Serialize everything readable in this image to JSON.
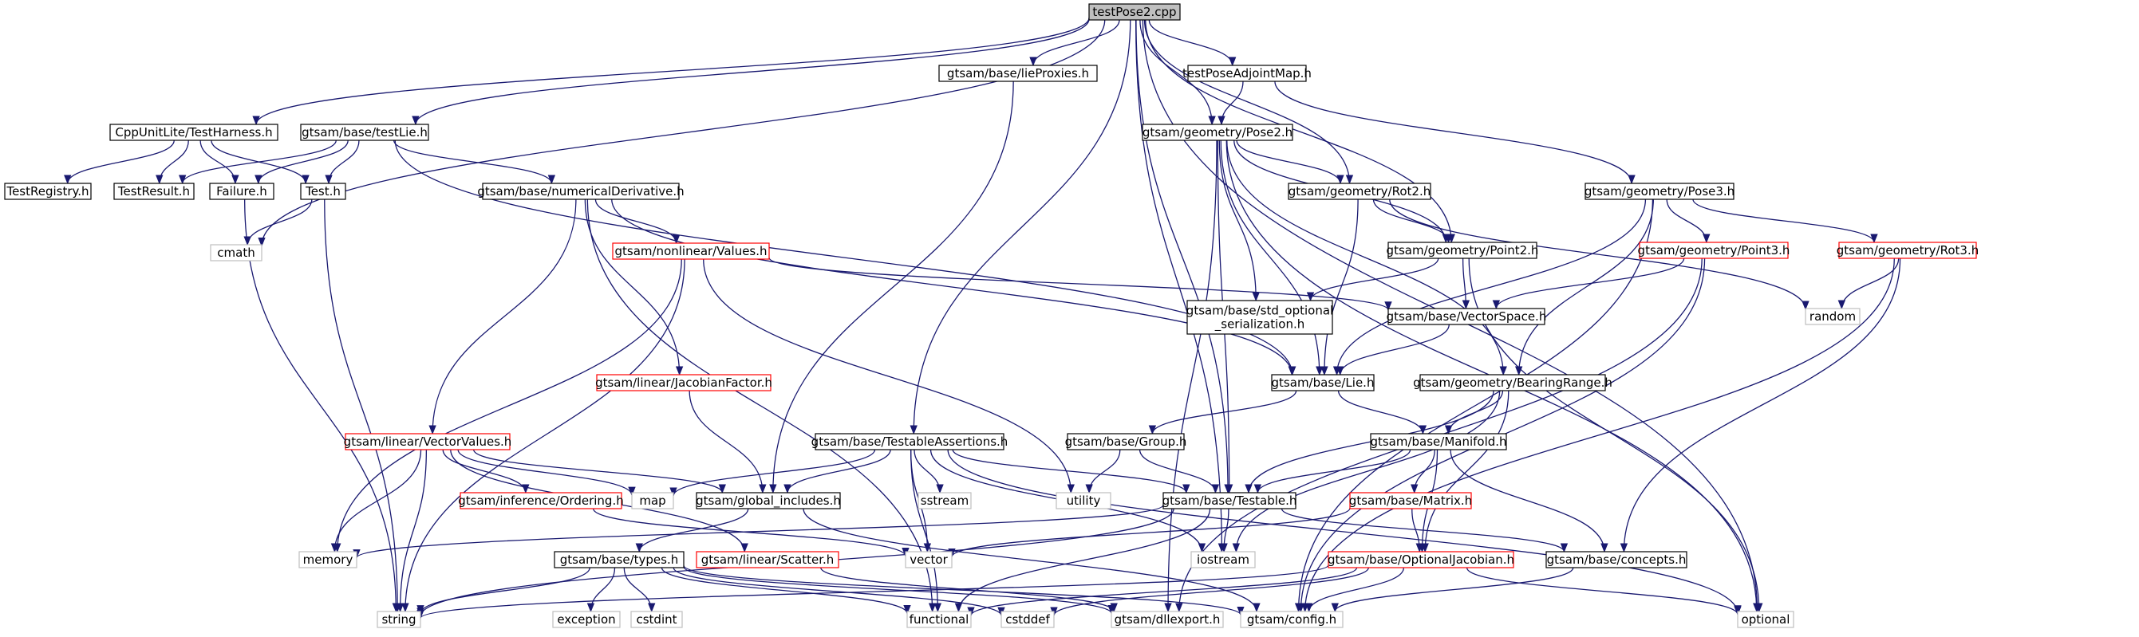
{
  "title": "testPose2.cpp",
  "nodes": [
    {
      "id": "root",
      "label": "testPose2.cpp",
      "style": "root"
    },
    {
      "id": "harness",
      "label": "CppUnitLite/TestHarness.h",
      "style": "black"
    },
    {
      "id": "testLie",
      "label": "gtsam/base/testLie.h",
      "style": "black"
    },
    {
      "id": "lieProxies",
      "label": "gtsam/base/lieProxies.h",
      "style": "black"
    },
    {
      "id": "adjoint",
      "label": "testPoseAdjointMap.h",
      "style": "black"
    },
    {
      "id": "pose2",
      "label": "gtsam/geometry/Pose2.h",
      "style": "black"
    },
    {
      "id": "testRegistry",
      "label": "TestRegistry.h",
      "style": "black"
    },
    {
      "id": "testResult",
      "label": "TestResult.h",
      "style": "black"
    },
    {
      "id": "failure",
      "label": "Failure.h",
      "style": "black"
    },
    {
      "id": "test",
      "label": "Test.h",
      "style": "black"
    },
    {
      "id": "numDeriv",
      "label": "gtsam/base/numericalDerivative.h",
      "style": "black"
    },
    {
      "id": "rot2",
      "label": "gtsam/geometry/Rot2.h",
      "style": "black"
    },
    {
      "id": "pose3",
      "label": "gtsam/geometry/Pose3.h",
      "style": "black"
    },
    {
      "id": "cmath",
      "label": "cmath",
      "style": "gray"
    },
    {
      "id": "values",
      "label": "gtsam/nonlinear/Values.h",
      "style": "red"
    },
    {
      "id": "point2",
      "label": "gtsam/geometry/Point2.h",
      "style": "black"
    },
    {
      "id": "point3",
      "label": "gtsam/geometry/Point3.h",
      "style": "red"
    },
    {
      "id": "rot3",
      "label": "gtsam/geometry/Rot3.h",
      "style": "red"
    },
    {
      "id": "stdopt",
      "label": "gtsam/base/std_optional\n_serialization.h",
      "style": "black"
    },
    {
      "id": "vectorSpace",
      "label": "gtsam/base/VectorSpace.h",
      "style": "black"
    },
    {
      "id": "random",
      "label": "random",
      "style": "gray"
    },
    {
      "id": "jacobianFactor",
      "label": "gtsam/linear/JacobianFactor.h",
      "style": "red"
    },
    {
      "id": "lie",
      "label": "gtsam/base/Lie.h",
      "style": "black"
    },
    {
      "id": "bearingRange",
      "label": "gtsam/geometry/BearingRange.h",
      "style": "black"
    },
    {
      "id": "vectorValues",
      "label": "gtsam/linear/VectorValues.h",
      "style": "red"
    },
    {
      "id": "testableAssert",
      "label": "gtsam/base/TestableAssertions.h",
      "style": "black"
    },
    {
      "id": "group",
      "label": "gtsam/base/Group.h",
      "style": "black"
    },
    {
      "id": "manifold",
      "label": "gtsam/base/Manifold.h",
      "style": "black"
    },
    {
      "id": "ordering",
      "label": "gtsam/inference/Ordering.h",
      "style": "red"
    },
    {
      "id": "map",
      "label": "map",
      "style": "gray"
    },
    {
      "id": "globalIncludes",
      "label": "gtsam/global_includes.h",
      "style": "black"
    },
    {
      "id": "sstream",
      "label": "sstream",
      "style": "gray"
    },
    {
      "id": "utility",
      "label": "utility",
      "style": "gray"
    },
    {
      "id": "testable",
      "label": "gtsam/base/Testable.h",
      "style": "black"
    },
    {
      "id": "matrix",
      "label": "gtsam/base/Matrix.h",
      "style": "red"
    },
    {
      "id": "memory",
      "label": "memory",
      "style": "gray"
    },
    {
      "id": "vector",
      "label": "vector",
      "style": "gray"
    },
    {
      "id": "scatter",
      "label": "gtsam/linear/Scatter.h",
      "style": "red"
    },
    {
      "id": "iostream",
      "label": "iostream",
      "style": "gray"
    },
    {
      "id": "concepts",
      "label": "gtsam/base/concepts.h",
      "style": "black"
    },
    {
      "id": "types",
      "label": "gtsam/base/types.h",
      "style": "black"
    },
    {
      "id": "optJacobian",
      "label": "gtsam/base/OptionalJacobian.h",
      "style": "red"
    },
    {
      "id": "string",
      "label": "string",
      "style": "gray"
    },
    {
      "id": "exception",
      "label": "exception",
      "style": "gray"
    },
    {
      "id": "cstdint",
      "label": "cstdint",
      "style": "gray"
    },
    {
      "id": "functional",
      "label": "functional",
      "style": "gray"
    },
    {
      "id": "cstddef",
      "label": "cstddef",
      "style": "gray"
    },
    {
      "id": "dllexport",
      "label": "gtsam/dllexport.h",
      "style": "gray"
    },
    {
      "id": "config",
      "label": "gtsam/config.h",
      "style": "gray"
    },
    {
      "id": "optional",
      "label": "optional",
      "style": "gray"
    }
  ],
  "edges": [
    [
      "root",
      "harness"
    ],
    [
      "root",
      "testLie"
    ],
    [
      "root",
      "lieProxies"
    ],
    [
      "root",
      "adjoint"
    ],
    [
      "root",
      "pose2"
    ],
    [
      "root",
      "rot2"
    ],
    [
      "root",
      "point2"
    ],
    [
      "root",
      "cmath"
    ],
    [
      "root",
      "testableAssert"
    ],
    [
      "root",
      "testable"
    ],
    [
      "root",
      "iostream"
    ],
    [
      "root",
      "optional"
    ],
    [
      "harness",
      "testRegistry"
    ],
    [
      "harness",
      "testResult"
    ],
    [
      "harness",
      "failure"
    ],
    [
      "harness",
      "test"
    ],
    [
      "testLie",
      "testResult"
    ],
    [
      "testLie",
      "failure"
    ],
    [
      "testLie",
      "test"
    ],
    [
      "testLie",
      "numDeriv"
    ],
    [
      "testLie",
      "lie"
    ],
    [
      "failure",
      "string"
    ],
    [
      "test",
      "cmath"
    ],
    [
      "test",
      "string"
    ],
    [
      "lieProxies",
      "globalIncludes"
    ],
    [
      "adjoint",
      "pose2"
    ],
    [
      "adjoint",
      "pose3"
    ],
    [
      "pose2",
      "rot2"
    ],
    [
      "pose2",
      "point2"
    ],
    [
      "pose2",
      "stdopt"
    ],
    [
      "pose2",
      "lie"
    ],
    [
      "pose2",
      "bearingRange"
    ],
    [
      "pose2",
      "testable"
    ],
    [
      "pose2",
      "dllexport"
    ],
    [
      "pose2",
      "optional"
    ],
    [
      "numDeriv",
      "values"
    ],
    [
      "numDeriv",
      "jacobianFactor"
    ],
    [
      "numDeriv",
      "vectorValues"
    ],
    [
      "numDeriv",
      "lie"
    ],
    [
      "numDeriv",
      "functional"
    ],
    [
      "rot2",
      "point2"
    ],
    [
      "rot2",
      "lie"
    ],
    [
      "rot2",
      "random"
    ],
    [
      "point2",
      "stdopt"
    ],
    [
      "point2",
      "vectorSpace"
    ],
    [
      "point2",
      "optional"
    ],
    [
      "pose3",
      "point3"
    ],
    [
      "pose3",
      "rot3"
    ],
    [
      "pose3",
      "lie"
    ],
    [
      "pose3",
      "bearingRange"
    ],
    [
      "pose3",
      "config"
    ],
    [
      "point3",
      "vectorSpace"
    ],
    [
      "point3",
      "config"
    ],
    [
      "point3",
      "dllexport"
    ],
    [
      "rot3",
      "random"
    ],
    [
      "rot3",
      "concepts"
    ],
    [
      "rot3",
      "config"
    ],
    [
      "values",
      "vectorSpace"
    ],
    [
      "values",
      "memory"
    ],
    [
      "values",
      "string"
    ],
    [
      "values",
      "utility"
    ],
    [
      "vectorSpace",
      "lie"
    ],
    [
      "jacobianFactor",
      "globalIncludes"
    ],
    [
      "lie",
      "group"
    ],
    [
      "lie",
      "manifold"
    ],
    [
      "bearingRange",
      "manifold"
    ],
    [
      "bearingRange",
      "testable"
    ],
    [
      "bearingRange",
      "optJacobian"
    ],
    [
      "bearingRange",
      "iostream"
    ],
    [
      "vectorValues",
      "ordering"
    ],
    [
      "vectorValues",
      "map"
    ],
    [
      "vectorValues",
      "globalIncludes"
    ],
    [
      "vectorValues",
      "memory"
    ],
    [
      "vectorValues",
      "string"
    ],
    [
      "vectorValues",
      "scatter"
    ],
    [
      "testableAssert",
      "map"
    ],
    [
      "testableAssert",
      "globalIncludes"
    ],
    [
      "testableAssert",
      "sstream"
    ],
    [
      "testableAssert",
      "vector"
    ],
    [
      "testableAssert",
      "testable"
    ],
    [
      "testableAssert",
      "iostream"
    ],
    [
      "testableAssert",
      "functional"
    ],
    [
      "testableAssert",
      "optional"
    ],
    [
      "group",
      "utility"
    ],
    [
      "group",
      "testable"
    ],
    [
      "manifold",
      "testable"
    ],
    [
      "manifold",
      "matrix"
    ],
    [
      "manifold",
      "optJacobian"
    ],
    [
      "manifold",
      "concepts"
    ],
    [
      "ordering",
      "vector"
    ],
    [
      "globalIncludes",
      "types"
    ],
    [
      "globalIncludes",
      "config"
    ],
    [
      "testable",
      "memory"
    ],
    [
      "testable",
      "iostream"
    ],
    [
      "testable",
      "string"
    ],
    [
      "testable",
      "functional"
    ],
    [
      "testable",
      "concepts"
    ],
    [
      "matrix",
      "vector"
    ],
    [
      "matrix",
      "optJacobian"
    ],
    [
      "scatter",
      "dllexport"
    ],
    [
      "concepts",
      "config"
    ],
    [
      "types",
      "string"
    ],
    [
      "types",
      "exception"
    ],
    [
      "types",
      "cstdint"
    ],
    [
      "types",
      "functional"
    ],
    [
      "types",
      "cstddef"
    ],
    [
      "types",
      "dllexport"
    ],
    [
      "types",
      "config"
    ],
    [
      "optJacobian",
      "string"
    ],
    [
      "optJacobian",
      "functional"
    ],
    [
      "optJacobian",
      "cstddef"
    ],
    [
      "optJacobian",
      "config"
    ],
    [
      "optJacobian",
      "optional"
    ]
  ]
}
